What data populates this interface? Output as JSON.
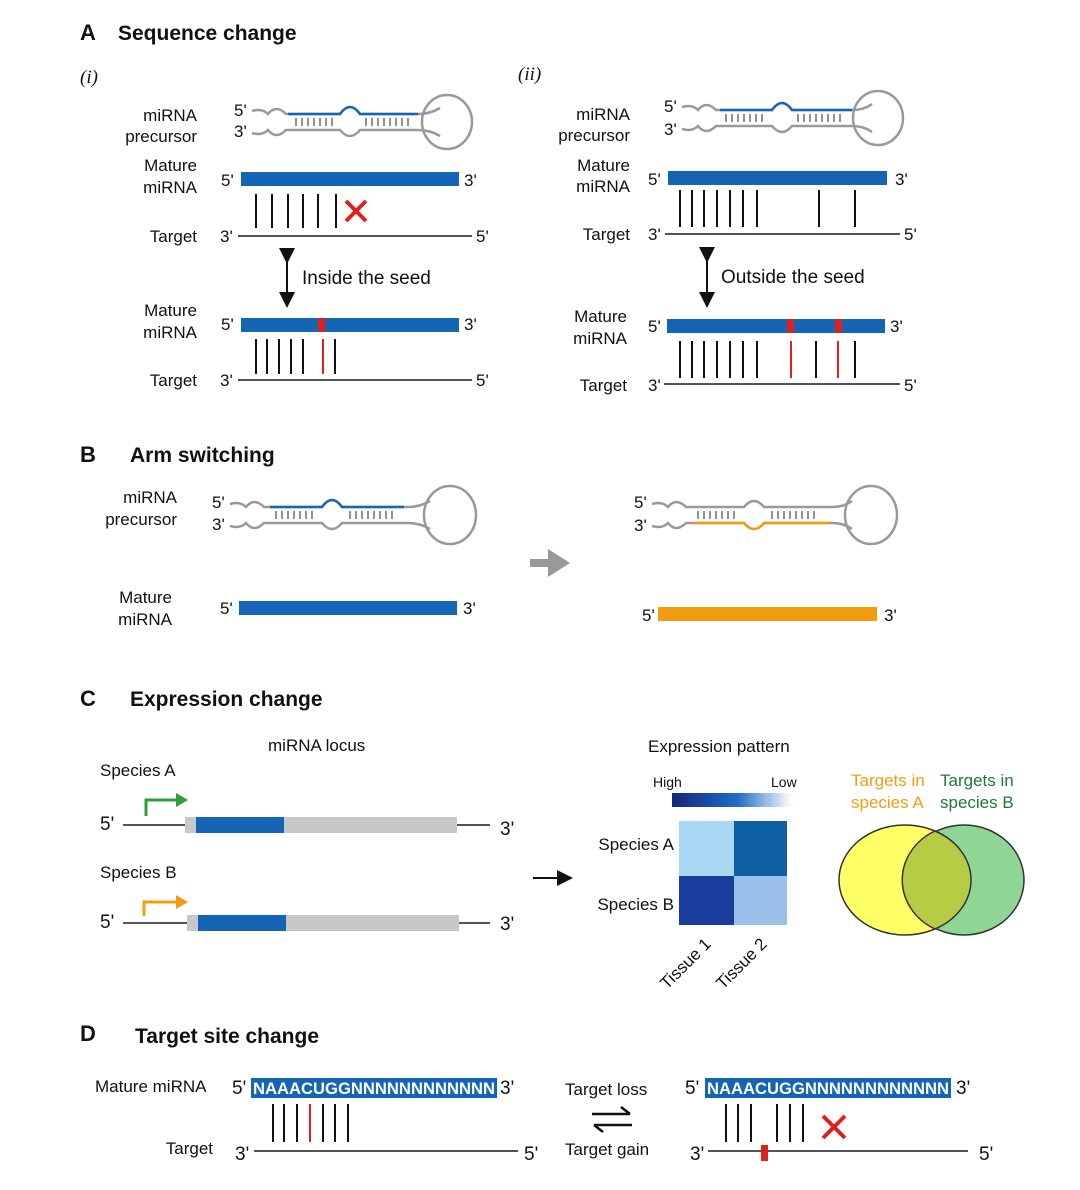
{
  "colors": {
    "blue": "#1565b5",
    "orange": "#f39c12",
    "red": "#e0201b",
    "gray": "#999999",
    "darkgray": "#555555",
    "green": "#2e9e3a",
    "yellow": "#ffff66",
    "lightgreen": "#8fd694"
  },
  "A": {
    "letter": "A",
    "title": "Sequence change",
    "sub_i": "(i)",
    "sub_ii": "(ii)",
    "precursor_l1": "miRNA",
    "precursor_l2": "precursor",
    "mature_l1": "Mature",
    "mature_l2": "miRNA",
    "target": "Target",
    "inside": "Inside the seed",
    "outside": "Outside the seed"
  },
  "B": {
    "letter": "B",
    "title": "Arm switching",
    "precursor_l1": "miRNA",
    "precursor_l2": "precursor",
    "mature_l1": "Mature",
    "mature_l2": "miRNA"
  },
  "C": {
    "letter": "C",
    "title": "Expression change",
    "locus": "miRNA locus",
    "speciesA": "Species A",
    "speciesB": "Species B",
    "pattern": "Expression pattern",
    "high": "High",
    "low": "Low",
    "rowA": "Species A",
    "rowB": "Species B",
    "tissue1": "Tissue 1",
    "tissue2": "Tissue 2",
    "targetsA_l1": "Targets in",
    "targetsA_l2": "species A",
    "targetsB_l1": "Targets in",
    "targetsB_l2": "species B"
  },
  "D": {
    "letter": "D",
    "title": "Target site change",
    "mature": "Mature miRNA",
    "target": "Target",
    "sequence": "NAAACUGGNNNNNNNNNNNN",
    "loss": "Target loss",
    "gain": "Target gain"
  },
  "ends": {
    "five": "5'",
    "three": "3'"
  }
}
